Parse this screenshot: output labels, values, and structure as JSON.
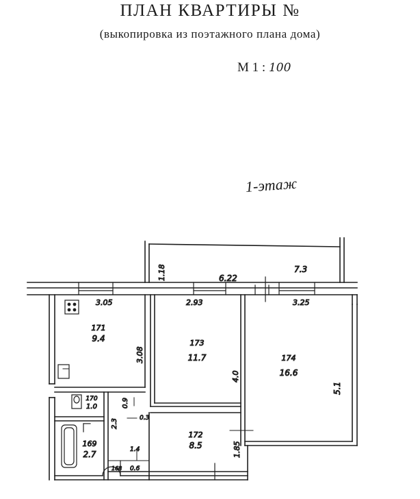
{
  "header": {
    "title": "ПЛАН КВАРТИРЫ №",
    "subtitle": "(выкопировка из поэтажного плана дома)",
    "scale_prefix": "М 1 :",
    "scale_value": "100"
  },
  "floor_label": "1-этаж",
  "rooms": [
    {
      "id": "171",
      "area": "9.4"
    },
    {
      "id": "173",
      "area": "11.7"
    },
    {
      "id": "174",
      "area": "16.6"
    },
    {
      "id": "172",
      "area": "8.5"
    },
    {
      "id": "170",
      "area": "1.0"
    },
    {
      "id": "169",
      "area": "2.7"
    }
  ],
  "dimensions": {
    "balcony_depth": "1.18",
    "balcony_area": "7.3",
    "balcony_length": "6.22",
    "kitchen_width": "3.05",
    "room173_width": "2.93",
    "room174_width": "3.25",
    "kitchen_depth": "3.08",
    "room173_depth": "4.0",
    "room174_depth": "5.1",
    "dim_09": "0.9",
    "dim_03": "0.3",
    "dim_23": "2.3",
    "dim_185": "1.85",
    "dim_14": "1.4",
    "dim_168": "168",
    "dim_06": "0.6"
  }
}
